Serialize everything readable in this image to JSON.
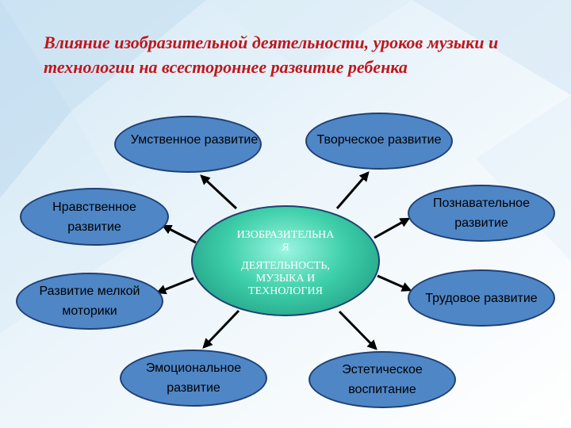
{
  "title": "Влияние изобразительной деятельности, уроков музыки и технологии на всестороннее развитие ребенка",
  "center": {
    "line1": "ИЗОБРАЗИТЕЛЬНА",
    "line2": "Я",
    "line3": "ДЕЯТЕЛЬНОСТЬ,",
    "line4": "МУЗЫКА И",
    "line5": "ТЕХНОЛОГИЯ"
  },
  "nodes": {
    "mental": "Умственное развитие",
    "creative": "Творческое развитие",
    "moral": "Нравственное развитие",
    "cognitive": "Познавательное развитие",
    "motor": "Развитие мелкой моторики",
    "labor": "Трудовое развитие",
    "emotional": "Эмоциональное развитие",
    "aesthetic": "Эстетическое воспитание"
  },
  "colors": {
    "title": "#c0161b",
    "node_fill": "#4f86c6",
    "node_border": "#1f3f72",
    "center_fill": "#3ecfa9",
    "arrow": "#000000"
  }
}
